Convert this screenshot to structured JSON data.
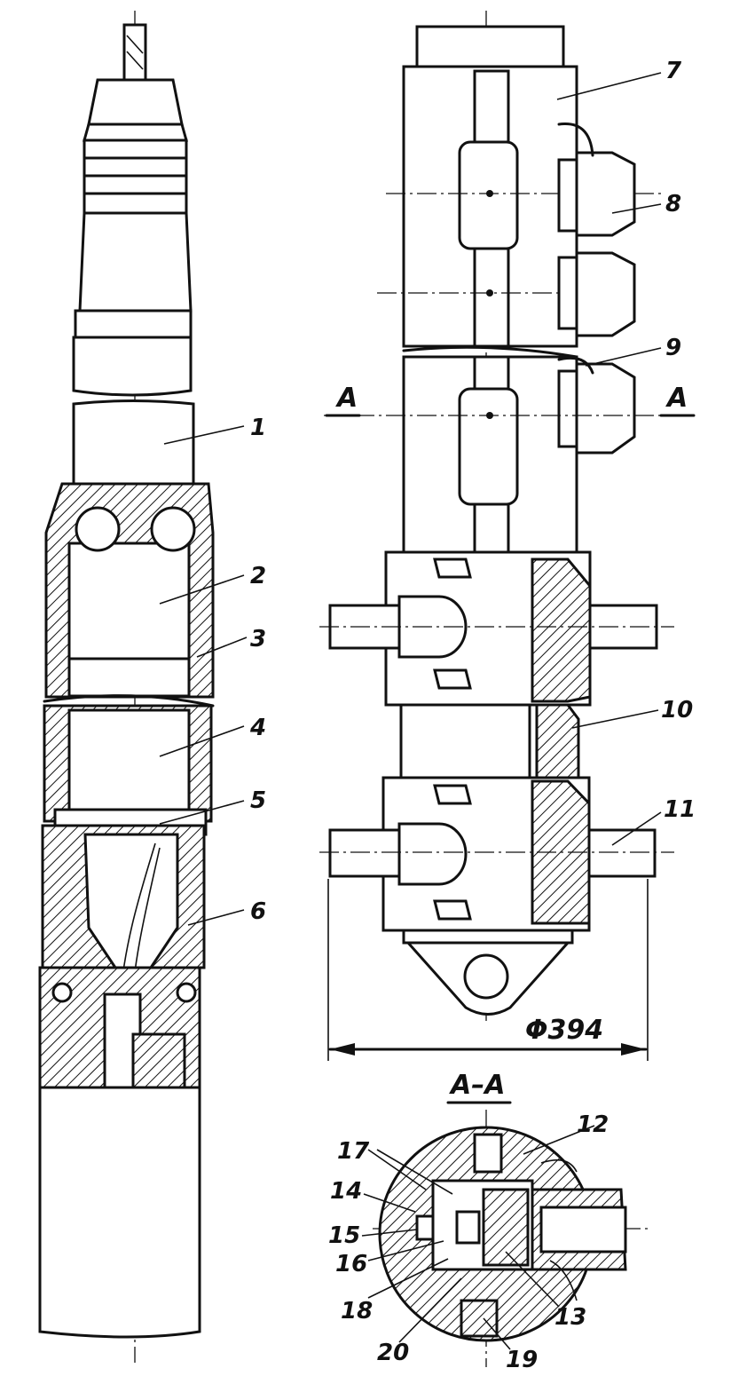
{
  "labels": {
    "n1": "1",
    "n2": "2",
    "n3": "3",
    "n4": "4",
    "n5": "5",
    "n6": "6",
    "n7": "7",
    "n8": "8",
    "n9": "9",
    "n10": "10",
    "n11": "11",
    "n12": "12",
    "n13": "13",
    "n14": "14",
    "n15": "15",
    "n16": "16",
    "n17": "17",
    "n18": "18",
    "n19": "19",
    "n20": "20"
  },
  "section": {
    "mark_left": "A",
    "mark_right": "A",
    "view_title": "A–A"
  },
  "dimension": {
    "diameter": "Φ394"
  }
}
